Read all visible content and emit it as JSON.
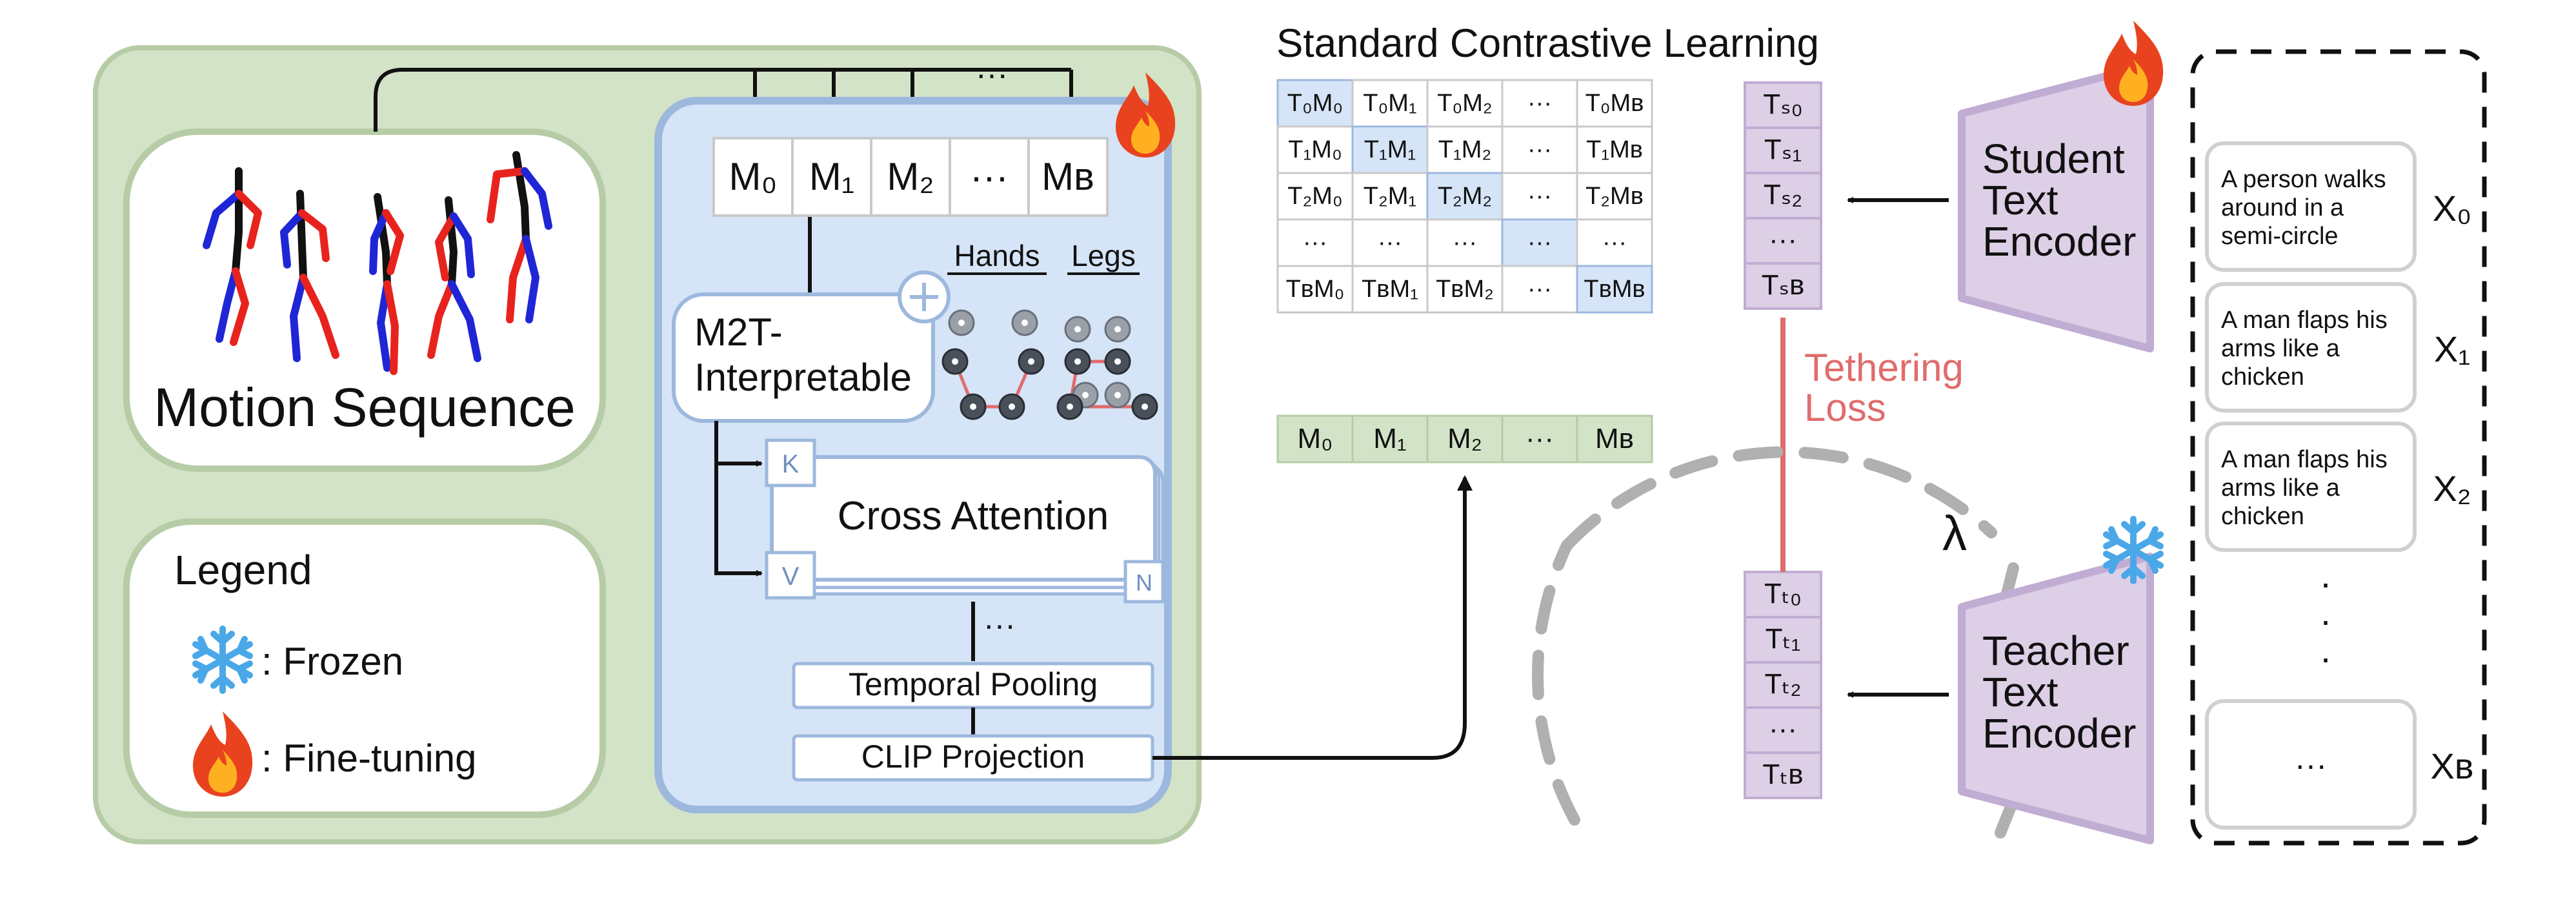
{
  "motion_panel": {
    "title": "Motion Sequence"
  },
  "legend": {
    "title": "Legend",
    "frozen_label": ": Frozen",
    "finetune_label": ": Fine-tuning",
    "frozen_icon": "snowflake-icon",
    "finetune_icon": "fire-icon"
  },
  "encoder": {
    "tokens": [
      "M₀",
      "M₁",
      "M₂",
      "···",
      "Mʙ"
    ],
    "top_dots": "···",
    "m2t_line1": "M2T-",
    "m2t_line2": "Interpretable",
    "hands_label": "Hands",
    "legs_label": "Legs",
    "k_label": "K",
    "v_label": "V",
    "n_label": "N",
    "cross_attention": "Cross Attention",
    "mid_dots": "···",
    "temporal_pooling": "Temporal Pooling",
    "clip_projection": "CLIP Projection"
  },
  "contrastive": {
    "title": "Standard Contrastive Learning",
    "matrix": [
      [
        "T₀M₀",
        "T₀M₁",
        "T₀M₂",
        "···",
        "T₀Mʙ"
      ],
      [
        "T₁M₀",
        "T₁M₁",
        "T₁M₂",
        "···",
        "T₁Mʙ"
      ],
      [
        "T₂M₀",
        "T₂M₁",
        "T₂M₂",
        "···",
        "T₂Mʙ"
      ],
      [
        "···",
        "···",
        "···",
        "···",
        "···"
      ],
      [
        "TʙM₀",
        "TʙM₁",
        "TʙM₂",
        "···",
        "TʙMʙ"
      ]
    ],
    "motion_row": [
      "M₀",
      "M₁",
      "M₂",
      "···",
      "Mʙ"
    ]
  },
  "student_tokens": [
    "Tₛ₀",
    "Tₛ₁",
    "Tₛ₂",
    "···",
    "Tₛʙ"
  ],
  "teacher_tokens": [
    "Tₜ₀",
    "Tₜ₁",
    "Tₜ₂",
    "···",
    "Tₜʙ"
  ],
  "tether": {
    "line1": "Tethering",
    "line2": "Loss",
    "lambda": "λ"
  },
  "student_encoder": [
    "Student",
    "Text",
    "Encoder"
  ],
  "teacher_encoder": [
    "Teacher",
    "Text",
    "Encoder"
  ],
  "texts": [
    {
      "lines": [
        "A person walks",
        "around in a",
        "semi-circle"
      ],
      "label": "X₀"
    },
    {
      "lines": [
        "A man flaps his",
        "arms like a",
        "chicken"
      ],
      "label": "X₁"
    },
    {
      "lines": [
        "A man flaps his",
        "arms like a",
        "chicken"
      ],
      "label": "X₂"
    },
    {
      "lines": [
        "···"
      ],
      "label": "Xʙ"
    }
  ],
  "vdots": ".",
  "colors": {
    "green_panel": "#d3e3c7",
    "green_border": "#b6cca6",
    "blue_panel": "#d5e4f7",
    "blue_border": "#9db8dd",
    "purple": "#dccfe6",
    "purple_border": "#c1acd3",
    "tether_red": "#e06c6c",
    "skeleton_red": "#e8231e",
    "skeleton_blue": "#1f26d6"
  }
}
